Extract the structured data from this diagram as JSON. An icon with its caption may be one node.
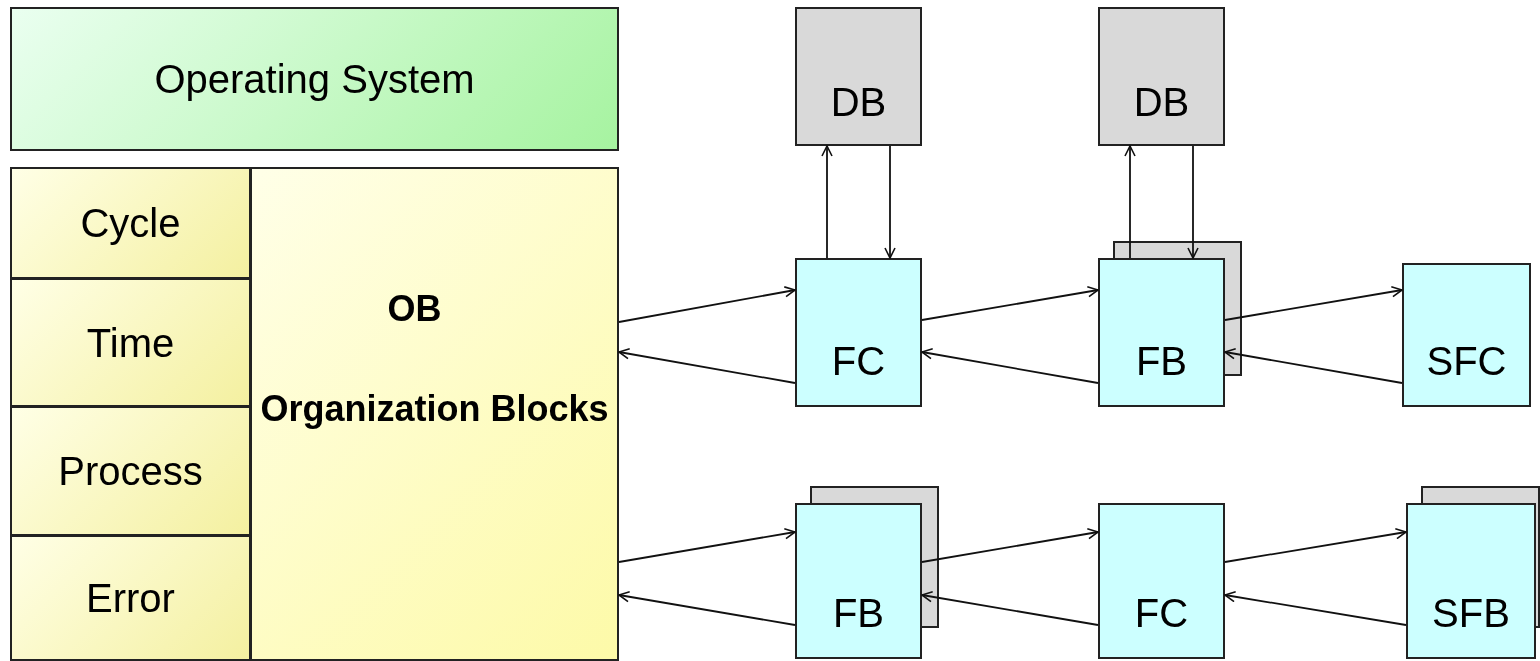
{
  "diagram": {
    "nodes": [
      {
        "text": [
          "Operating System"
        ]
      },
      {
        "text": [
          "Cycle"
        ]
      },
      {
        "text": [
          "Time"
        ]
      },
      {
        "text": [
          "Process"
        ]
      },
      {
        "text": [
          "Error"
        ]
      },
      {
        "text": [
          "OB",
          "Organization Blocks"
        ]
      },
      {
        "text": [
          "DB"
        ]
      },
      {
        "text": [
          "DB"
        ]
      },
      {
        "text": [
          "FC"
        ]
      },
      {
        "text": [
          "FB"
        ]
      },
      {
        "text": [
          "SFC"
        ]
      },
      {
        "text": [
          "FB"
        ]
      },
      {
        "text": [
          "FC"
        ]
      },
      {
        "text": [
          "SFB"
        ]
      }
    ],
    "edges": [
      {
        "from": 5,
        "to": 8,
        "arrow": "to"
      },
      {
        "from": 8,
        "to": 5,
        "arrow": "to"
      },
      {
        "from": 8,
        "to": 6,
        "arrow": "to"
      },
      {
        "from": 6,
        "to": 8,
        "arrow": "to"
      },
      {
        "from": 8,
        "to": 9,
        "arrow": "to"
      },
      {
        "from": 9,
        "to": 8,
        "arrow": "to"
      },
      {
        "from": 9,
        "to": 7,
        "arrow": "to"
      },
      {
        "from": 7,
        "to": 9,
        "arrow": "to"
      },
      {
        "from": 9,
        "to": 10,
        "arrow": "to"
      },
      {
        "from": 10,
        "to": 9,
        "arrow": "to"
      },
      {
        "from": 5,
        "to": 11,
        "arrow": "to"
      },
      {
        "from": 11,
        "to": 5,
        "arrow": "to"
      },
      {
        "from": 11,
        "to": 12,
        "arrow": "to"
      },
      {
        "from": 12,
        "to": 11,
        "arrow": "to"
      },
      {
        "from": 12,
        "to": 13,
        "arrow": "to"
      },
      {
        "from": 13,
        "to": 12,
        "arrow": "to"
      }
    ]
  }
}
